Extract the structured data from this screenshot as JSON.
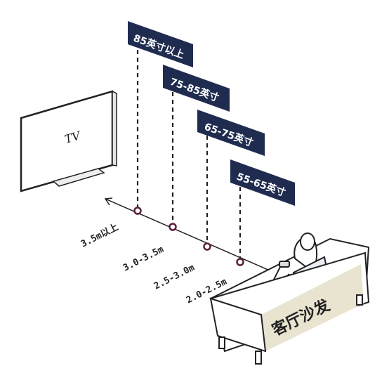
{
  "tv_label": "TV",
  "sofa_label": "客厅沙发",
  "tags": [
    {
      "label": "85英寸以上"
    },
    {
      "label": "75-85英寸"
    },
    {
      "label": "65-75英寸"
    },
    {
      "label": "55-65英寸"
    }
  ],
  "distances": [
    {
      "label": "3.5m以上"
    },
    {
      "label": "3.0-3.5m"
    },
    {
      "label": "2.5-3.0m"
    },
    {
      "label": "2.0-2.5m"
    }
  ],
  "colors": {
    "tag_fill": "#1f2c4f",
    "line": "#222222",
    "marker": "#5a1f3a",
    "sofa_band": "#e9e4cf"
  }
}
